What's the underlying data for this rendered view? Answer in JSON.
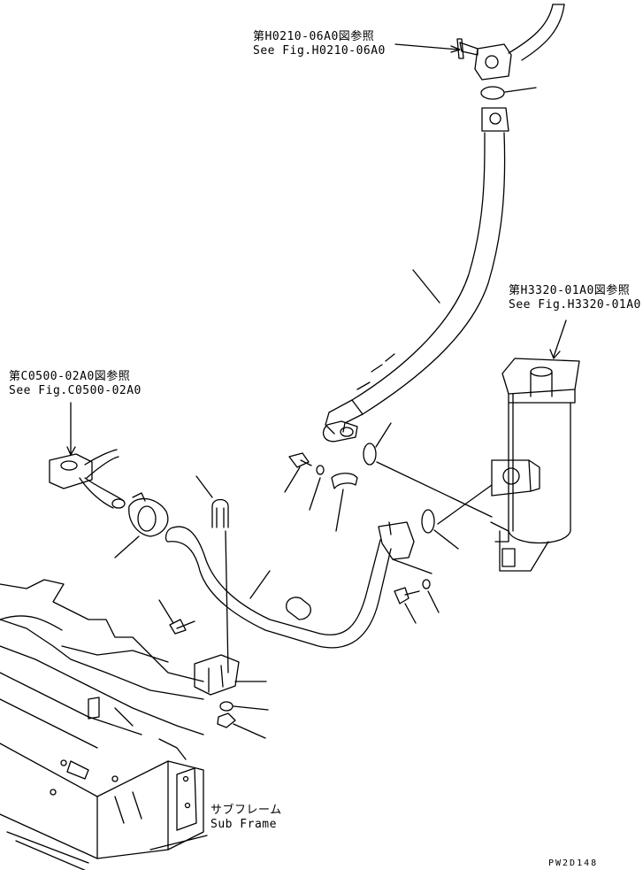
{
  "references": [
    {
      "jp": "第H0210-06A0図参照",
      "en": "See Fig.H0210-06A0"
    },
    {
      "jp": "第H3320-01A0図参照",
      "en": "See Fig.H3320-01A0"
    },
    {
      "jp": "第C0500-02A0図参照",
      "en": "See Fig.C0500-02A0"
    }
  ],
  "subframe": {
    "jp": "サブフレーム",
    "en": "Sub Frame"
  },
  "drawing_code": "PW2D148",
  "colors": {
    "line": "#000000",
    "background": "#ffffff"
  }
}
